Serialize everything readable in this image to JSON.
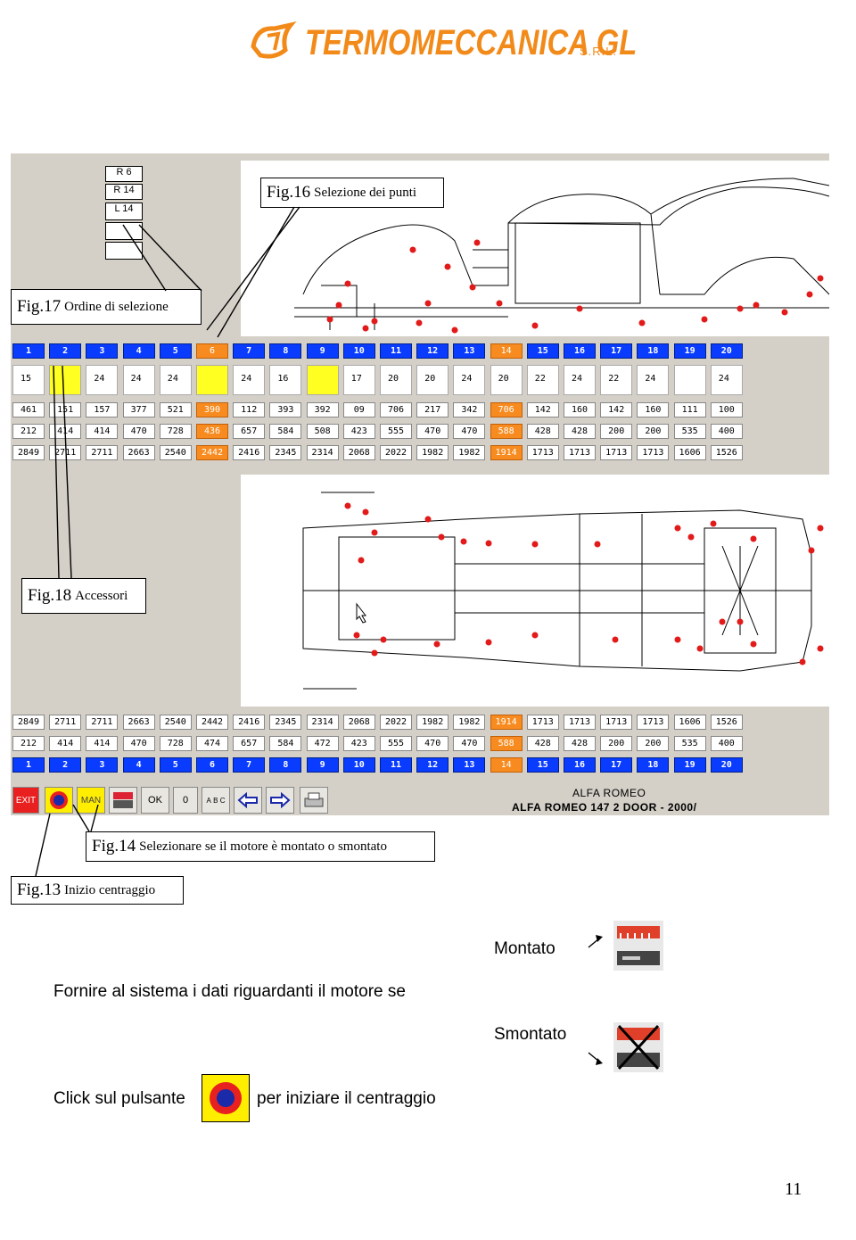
{
  "header": {
    "brand": "TERMOMECCANICA GL",
    "suffix": "S.R.L."
  },
  "figures": {
    "fig16": {
      "num": "Fig.16",
      "text": "Selezione dei punti"
    },
    "fig17": {
      "num": "Fig.17",
      "text": "Ordine di selezione"
    },
    "fig18": {
      "num": "Fig.18",
      "text": "Accessori"
    },
    "fig14": {
      "num": "Fig.14",
      "text": "Selezionare se il motore è montato o smontato"
    },
    "fig13": {
      "num": "Fig.13",
      "text": "Inizio centraggio"
    }
  },
  "order_list": [
    "R 6",
    "R 14",
    "L 14",
    "",
    ""
  ],
  "top_grid": {
    "columns": [
      "1",
      "2",
      "3",
      "4",
      "5",
      "6",
      "7",
      "8",
      "9",
      "10",
      "11",
      "12",
      "13",
      "14",
      "15",
      "16",
      "17",
      "18",
      "19",
      "20"
    ],
    "icon_labels": [
      "15",
      "",
      "24",
      "24",
      "24",
      "",
      "24",
      "16",
      "",
      "17",
      "20",
      "20",
      "24",
      "20",
      "22",
      "24",
      "22",
      "24",
      "",
      "24"
    ],
    "row1": [
      "461",
      "151",
      "157",
      "377",
      "521",
      "390",
      "112",
      "393",
      "392",
      "09",
      "706",
      "217",
      "342",
      "706",
      "142",
      "160",
      "142",
      "160",
      "111",
      "100"
    ],
    "row2": [
      "212",
      "414",
      "414",
      "470",
      "728",
      "436",
      "657",
      "584",
      "508",
      "423",
      "555",
      "470",
      "470",
      "588",
      "428",
      "428",
      "200",
      "200",
      "535",
      "400"
    ],
    "row3": [
      "2849",
      "2711",
      "2711",
      "2663",
      "2540",
      "2442",
      "2416",
      "2345",
      "2314",
      "2068",
      "2022",
      "1982",
      "1982",
      "1914",
      "1713",
      "1713",
      "1713",
      "1713",
      "1606",
      "1526"
    ],
    "highlight_cols": [
      6,
      14
    ]
  },
  "bottom_grid": {
    "row1": [
      "2849",
      "2711",
      "2711",
      "2663",
      "2540",
      "2442",
      "2416",
      "2345",
      "2314",
      "2068",
      "2022",
      "1982",
      "1982",
      "1914",
      "1713",
      "1713",
      "1713",
      "1713",
      "1606",
      "1526"
    ],
    "row2": [
      "212",
      "414",
      "414",
      "470",
      "728",
      "474",
      "657",
      "584",
      "472",
      "423",
      "555",
      "470",
      "470",
      "588",
      "428",
      "428",
      "200",
      "200",
      "535",
      "400"
    ],
    "columns": [
      "1",
      "2",
      "3",
      "4",
      "5",
      "6",
      "7",
      "8",
      "9",
      "10",
      "11",
      "12",
      "13",
      "14",
      "15",
      "16",
      "17",
      "18",
      "19",
      "20"
    ],
    "highlight_cols": [
      14
    ]
  },
  "toolbar": {
    "exit": "EXIT",
    "man": "MAN",
    "ok": "OK",
    "zero": "0",
    "b": "B",
    "a": "A",
    "c": "C"
  },
  "vehicle": {
    "make": "ALFA ROMEO",
    "model": "ALFA ROMEO 147 2 DOOR - 2000/"
  },
  "body": {
    "montato": "Montato",
    "smontato": "Smontato",
    "fornire": "Fornire al sistema i dati riguardanti il motore se",
    "click": "Click sul pulsante",
    "per": "per iniziare il centraggio"
  },
  "page_number": "11",
  "colors": {
    "blue": "#0a3cff",
    "orange": "#f78b1f",
    "red": "#e21a1a",
    "gray": "#d4d0c8"
  }
}
